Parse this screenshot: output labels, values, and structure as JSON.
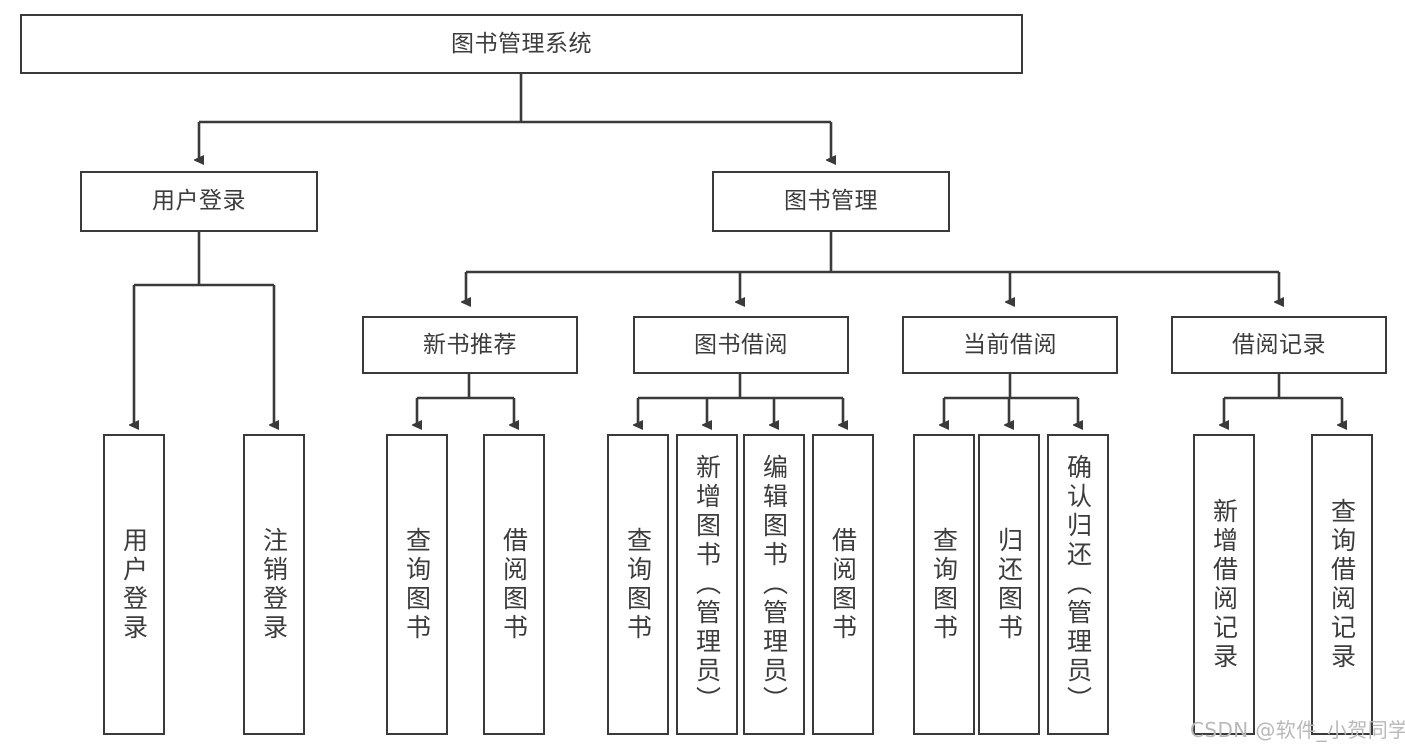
{
  "diagram": {
    "type": "tree-hierarchy",
    "title": "图书管理系统",
    "nodes": {
      "root": {
        "label": "图书管理系统"
      },
      "level2": [
        {
          "id": "user-login",
          "label": "用户登录"
        },
        {
          "id": "book-manage",
          "label": "图书管理"
        }
      ],
      "level3": [
        {
          "id": "new-book-recommend",
          "label": "新书推荐",
          "parent": "book-manage"
        },
        {
          "id": "book-borrow",
          "label": "图书借阅",
          "parent": "book-manage"
        },
        {
          "id": "current-borrow",
          "label": "当前借阅",
          "parent": "book-manage"
        },
        {
          "id": "borrow-record",
          "label": "借阅记录",
          "parent": "book-manage"
        }
      ],
      "leaves": [
        {
          "id": "leaf-user-login",
          "label": "用户登录",
          "parent": "user-login"
        },
        {
          "id": "leaf-logout",
          "label": "注销登录",
          "parent": "user-login"
        },
        {
          "id": "leaf-query-book-1",
          "label": "查询图书",
          "parent": "new-book-recommend"
        },
        {
          "id": "leaf-borrow-book-1",
          "label": "借阅图书",
          "parent": "new-book-recommend"
        },
        {
          "id": "leaf-query-book-2",
          "label": "查询图书",
          "parent": "book-borrow"
        },
        {
          "id": "leaf-add-book",
          "label": "新增图书（管理员）",
          "parent": "book-borrow"
        },
        {
          "id": "leaf-edit-book",
          "label": "编辑图书（管理员）",
          "parent": "book-borrow"
        },
        {
          "id": "leaf-borrow-book-2",
          "label": "借阅图书",
          "parent": "book-borrow"
        },
        {
          "id": "leaf-query-book-3",
          "label": "查询图书",
          "parent": "current-borrow"
        },
        {
          "id": "leaf-return-book",
          "label": "归还图书",
          "parent": "current-borrow"
        },
        {
          "id": "leaf-confirm-return",
          "label": "确认归还（管理员）",
          "parent": "current-borrow"
        },
        {
          "id": "leaf-add-record",
          "label": "新增借阅记录",
          "parent": "borrow-record"
        },
        {
          "id": "leaf-query-record",
          "label": "查询借阅记录",
          "parent": "borrow-record"
        }
      ]
    },
    "colors": {
      "stroke": "#3a3a3a",
      "text": "#3c3c3c",
      "background": "#ffffff",
      "watermark": "#b9b9b9"
    }
  },
  "watermark": {
    "text": "CSDN @软件_小贺同学"
  }
}
